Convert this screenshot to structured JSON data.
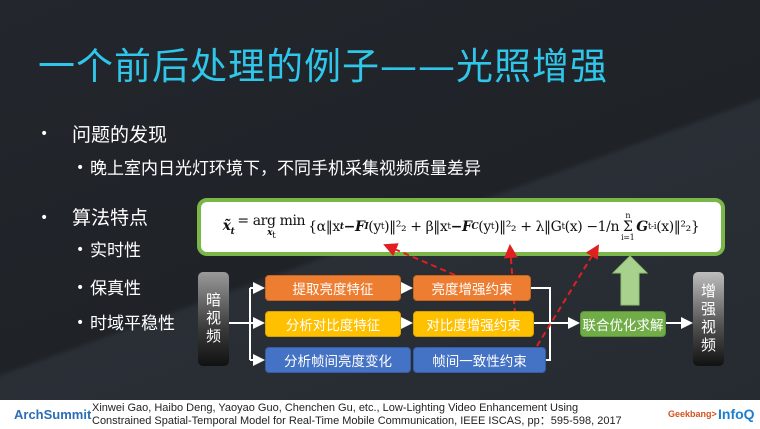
{
  "title": "一个前后处理的例子——光照增强",
  "bullets": [
    {
      "text": "问题的发现",
      "sub": [
        "晚上室内日光灯环境下，不同手机采集视频质量差异"
      ]
    },
    {
      "text": "算法特点",
      "sub": [
        "实时性",
        "保真性",
        "时域平稳性"
      ]
    }
  ],
  "formula": {
    "lhs": "x̃",
    "lhs_sub": "t",
    "eq": "= arg min",
    "min_sub": "x",
    "term1": "{α‖x",
    "term1b": "−F",
    "F1_sub": "I",
    "term1c": "(y",
    "term1d": ")‖²₂ + β‖x",
    "term2b": "−F",
    "F2_sub": "C",
    "term2c": "(y",
    "term2d": ")‖²₂ + λ‖G",
    "term3b": "(x) − ",
    "frac": "1/n",
    "sum": "Σ",
    "sum_top": "n",
    "sum_bottom": "i=1",
    "term3c": "G",
    "G2_sub": "t-i",
    "term3d": "(x)‖²₂}",
    "t": "t"
  },
  "diagram": {
    "input": "暗视频",
    "features": [
      "提取亮度特征",
      "分析对比度特征",
      "分析帧间亮度变化"
    ],
    "constraints": [
      "亮度增强约束",
      "对比度增强约束",
      "帧间一致性约束"
    ],
    "solver": "联合优化求解",
    "output": "增强视频",
    "colors": {
      "orange": "#ed7d31",
      "yellow": "#ffc000",
      "blue": "#4472c4",
      "green": "#70ad47",
      "arrow_red": "#e02020"
    }
  },
  "footer": {
    "logo_left": "ArchSummit",
    "citation_line1": "Xinwei Gao, Haibo Deng, Yaoyao Guo, Chenchen Gu, etc., Low-Lighting Video Enhancement Using",
    "citation_line2": "Constrained Spatial-Temporal Model for Real-Time Mobile Communication, IEEE ISCAS, pp：595-598, 2017",
    "logo_geek": "Geekbang>",
    "logo_infoq": "InfoQ"
  }
}
